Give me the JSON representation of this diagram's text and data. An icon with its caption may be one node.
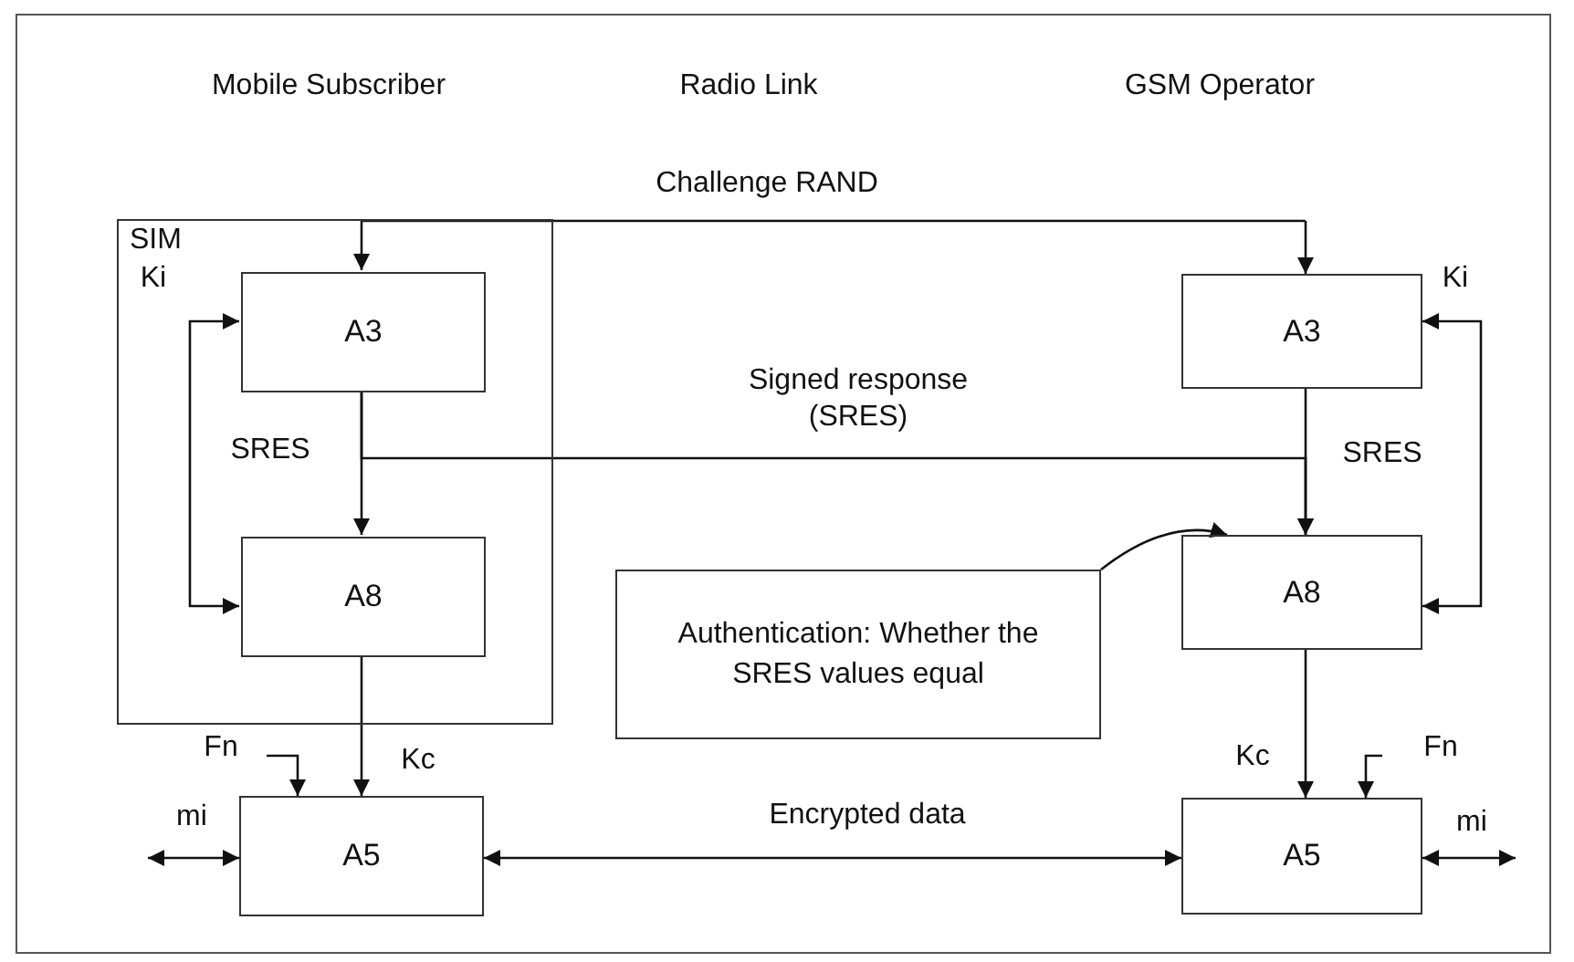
{
  "diagram": {
    "nodes": [
      {
        "text": [
          "SIM"
        ]
      },
      {
        "text": [
          "A3"
        ],
        "in": 0
      },
      {
        "text": [
          "A8"
        ],
        "in": 0
      },
      {
        "text": [
          "A5"
        ]
      },
      {
        "text": [
          "A3"
        ]
      },
      {
        "text": [
          "A8"
        ]
      },
      {
        "text": [
          "A5"
        ]
      },
      {
        "text": [
          "Authentication: Whether the SRES values equal"
        ]
      }
    ],
    "edges": [
      {
        "from": null,
        "to": 4,
        "arrow": "to"
      },
      {
        "from": null,
        "to": 1,
        "arrow": "to",
        "label": "Challenge RAND"
      },
      {
        "from": 1,
        "to": 2,
        "arrow": "both",
        "label": "Ki"
      },
      {
        "from": 1,
        "to": 2,
        "arrow": "to",
        "label": "SRES"
      },
      {
        "from": 1,
        "to": 5,
        "arrow": "to",
        "label": "Signed response (SRES)"
      },
      {
        "from": 4,
        "to": 5,
        "arrow": "to",
        "label": "SRES"
      },
      {
        "from": 4,
        "to": 5,
        "arrow": "both",
        "label": "Ki"
      },
      {
        "from": 7,
        "to": 5,
        "arrow": "to"
      },
      {
        "from": 2,
        "to": 3,
        "arrow": "to",
        "label": "Kc"
      },
      {
        "from": null,
        "to": 3,
        "arrow": "to",
        "label": "Fn"
      },
      {
        "from": null,
        "to": 3,
        "arrow": "both",
        "label": "mi"
      },
      {
        "from": 3,
        "to": 6,
        "arrow": "both",
        "label": "Encrypted data"
      },
      {
        "from": 5,
        "to": 6,
        "arrow": "to",
        "label": "Kc"
      },
      {
        "from": null,
        "to": 6,
        "arrow": "to",
        "label": "Fn"
      },
      {
        "from": 6,
        "to": null,
        "arrow": "both",
        "label": "mi"
      }
    ],
    "labels": [
      "Mobile Subscriber",
      "Radio Link",
      "GSM Operator"
    ]
  }
}
